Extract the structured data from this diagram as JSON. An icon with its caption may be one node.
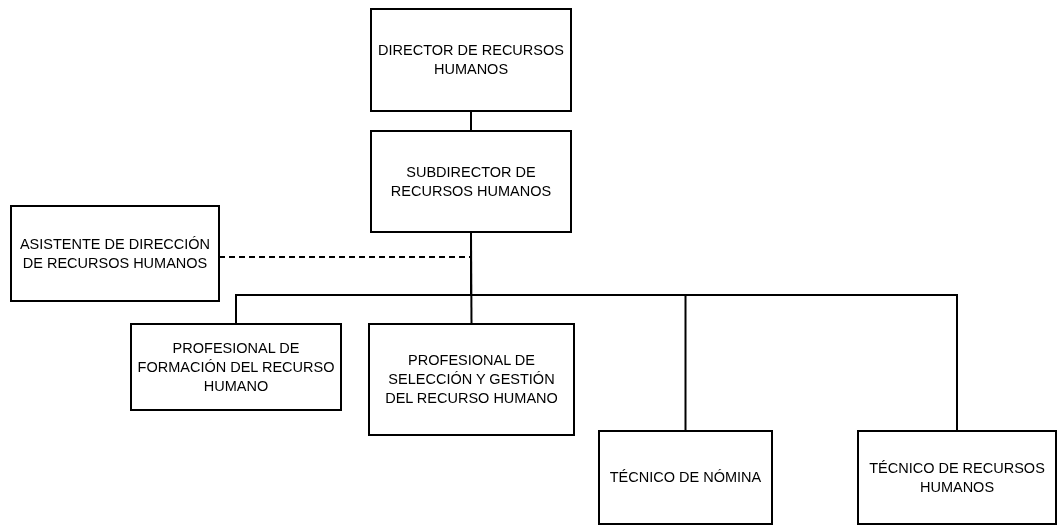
{
  "diagram": {
    "nodes": [
      {
        "text": [
          "DIRECTOR DE RECURSOS HUMANOS"
        ]
      },
      {
        "text": [
          "SUBDIRECTOR DE RECURSOS HUMANOS"
        ]
      },
      {
        "text": [
          "ASISTENTE DE DIRECCIÓN DE RECURSOS HUMANOS"
        ]
      },
      {
        "text": [
          "PROFESIONAL DE FORMACIÓN DEL RECURSO HUMANO"
        ]
      },
      {
        "text": [
          "PROFESIONAL DE SELECCIÓN Y GESTIÓN DEL RECURSO HUMANO"
        ]
      },
      {
        "text": [
          "TÉCNICO DE NÓMINA"
        ]
      },
      {
        "text": [
          "TÉCNICO DE RECURSOS HUMANOS"
        ]
      }
    ],
    "edges": [
      {
        "from": 0,
        "to": 1,
        "arrow": "none"
      },
      {
        "from": 1,
        "to": 2,
        "arrow": "none",
        "style": "dashed"
      },
      {
        "from": 1,
        "to": 3,
        "arrow": "none"
      },
      {
        "from": 1,
        "to": 4,
        "arrow": "none"
      },
      {
        "from": 1,
        "to": 5,
        "arrow": "none"
      },
      {
        "from": 1,
        "to": 6,
        "arrow": "none"
      }
    ]
  }
}
